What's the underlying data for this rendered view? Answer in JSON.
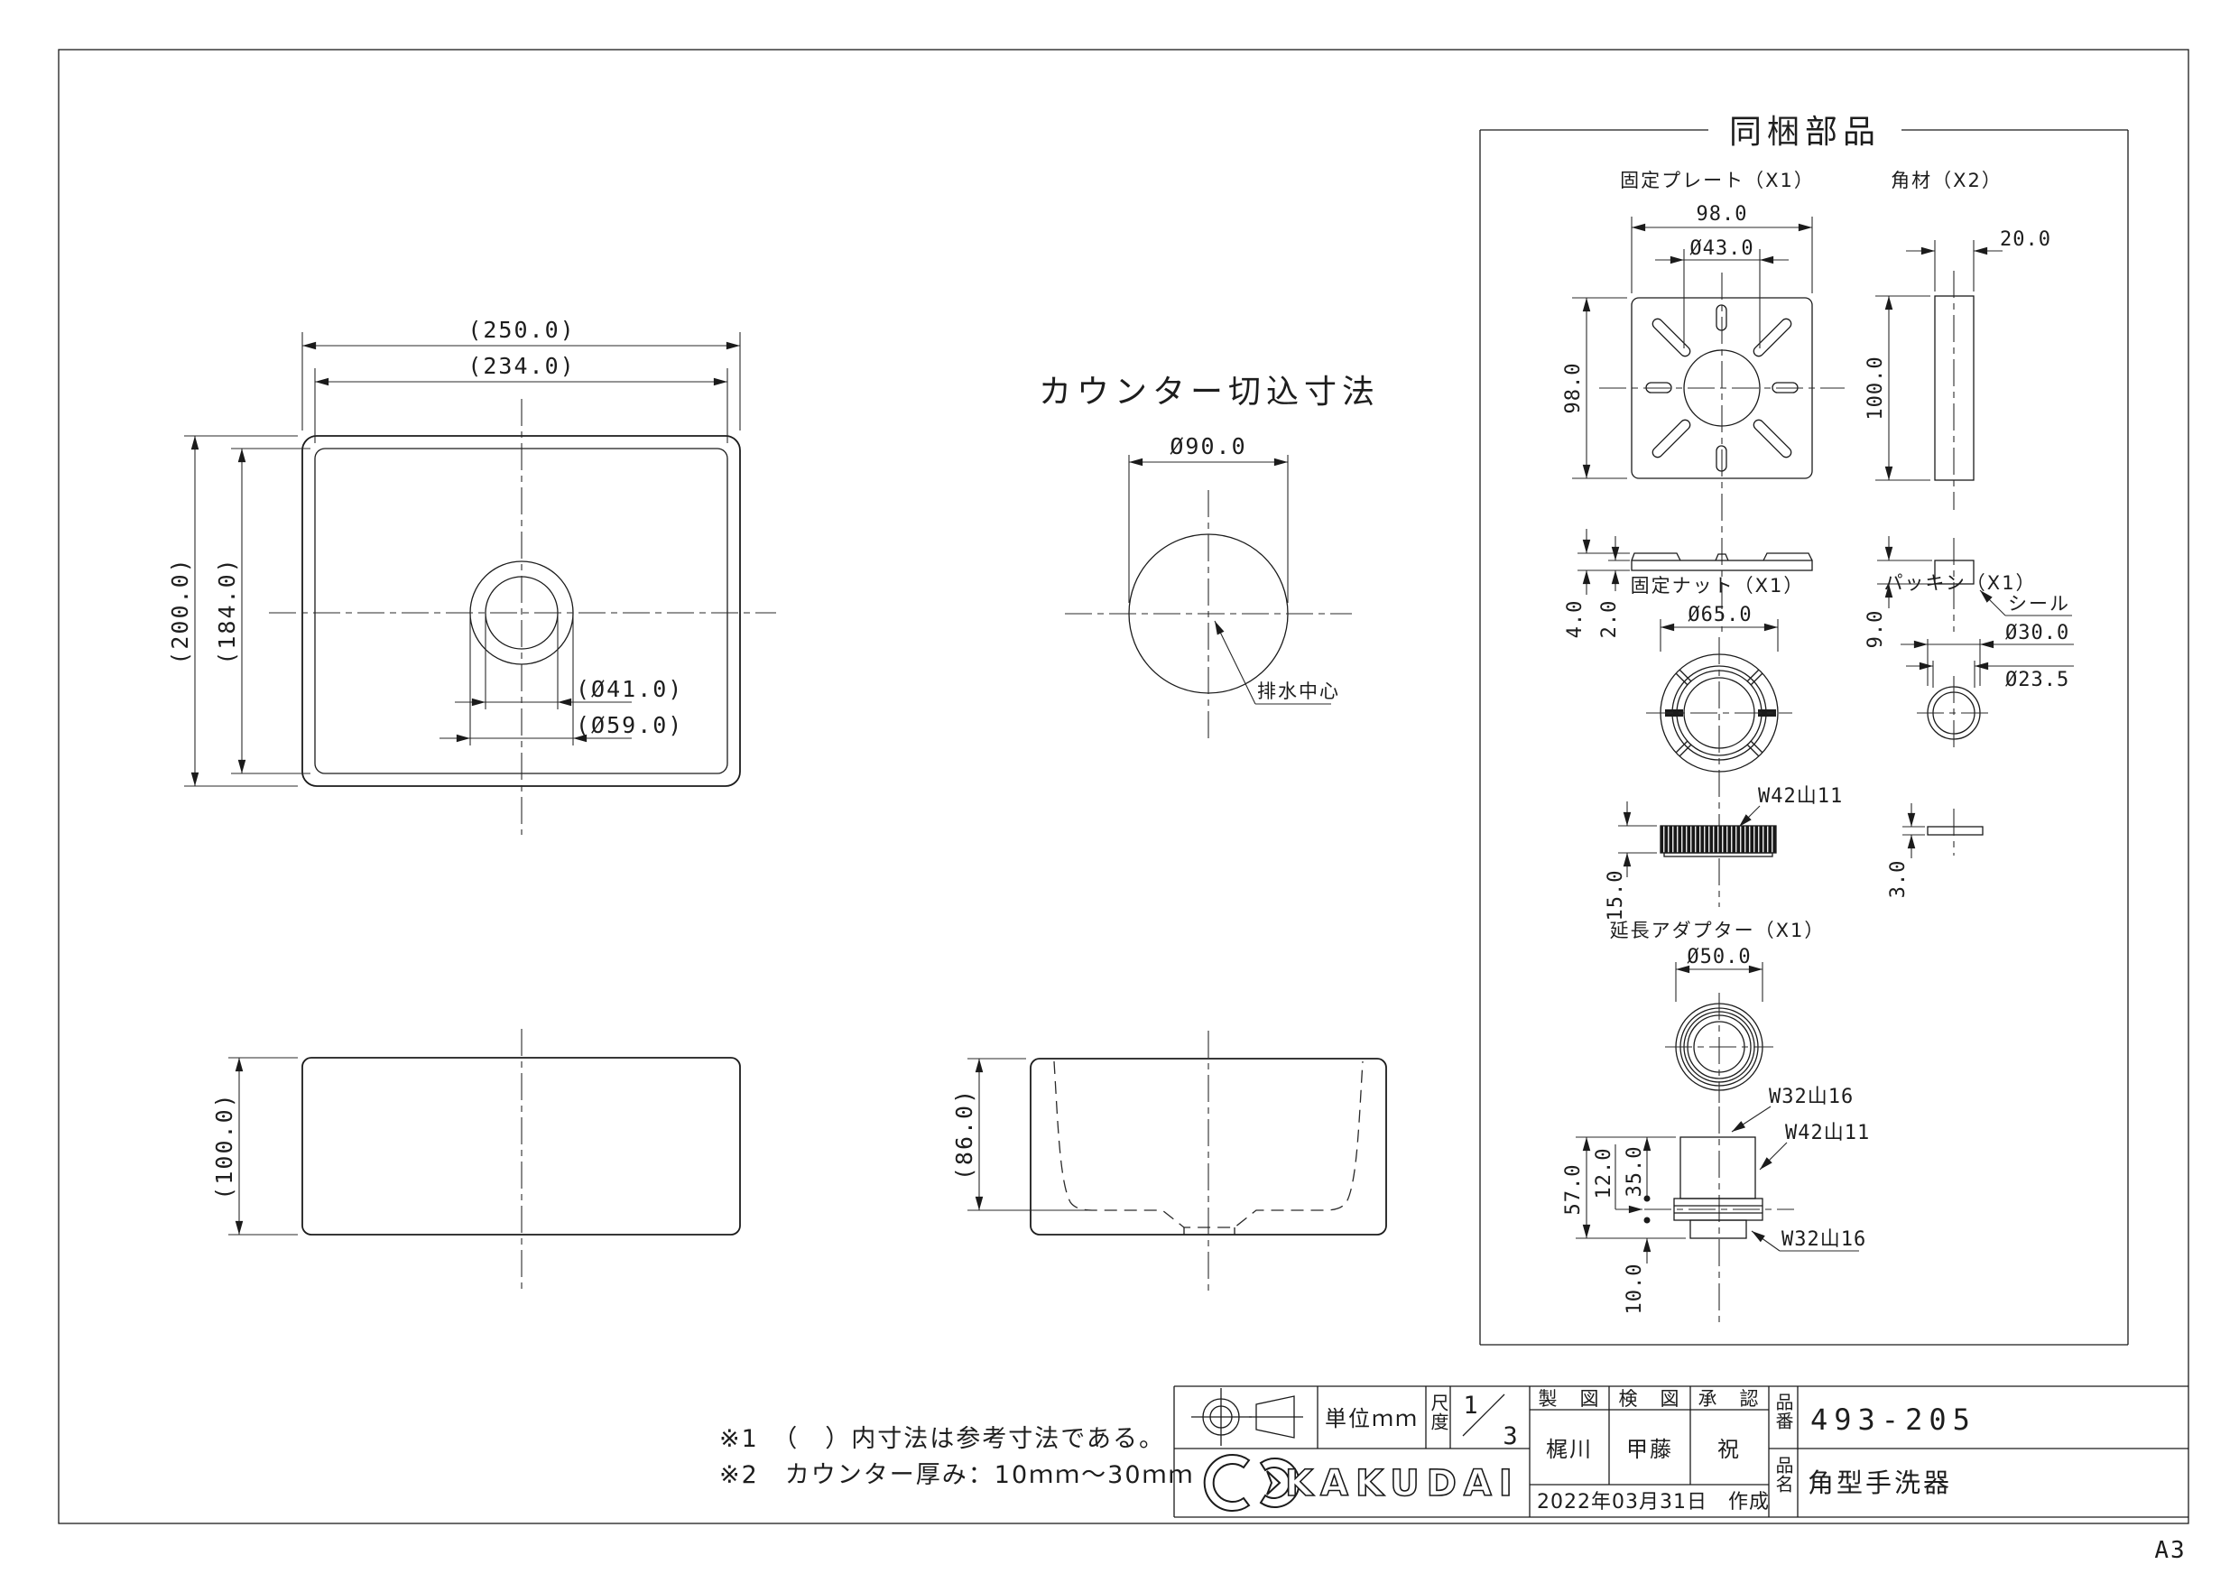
{
  "sheet": {
    "paper": "A3"
  },
  "plan": {
    "w_outer": "(250.0)",
    "w_inner": "(234.0)",
    "h_outer": "(200.0)",
    "h_inner": "(184.0)",
    "drain_inner": "(Ø41.0)",
    "drain_outer": "(Ø59.0)"
  },
  "cutout": {
    "title": "カウンター切込寸法",
    "dia": "Ø90.0",
    "drain_label": "排水中心"
  },
  "front": {
    "h": "(100.0)"
  },
  "section": {
    "depth": "(86.0)"
  },
  "parts": {
    "title": "同梱部品",
    "plate": {
      "label": "固定プレート（X1）",
      "w": "98.0",
      "h": "98.0",
      "hole": "Ø43.0",
      "t_total": "4.0",
      "t_plate": "2.0"
    },
    "bar": {
      "label": "角材（X2）",
      "w": "20.0",
      "h": "100.0",
      "seal_h": "9.0",
      "seal": "シール"
    },
    "nut": {
      "label": "固定ナット（X1）",
      "dia": "Ø65.0",
      "h": "15.0",
      "thread": "W42山11"
    },
    "packing": {
      "label": "パッキン（X1）",
      "outer": "Ø30.0",
      "inner": "Ø23.5",
      "t": "3.0"
    },
    "adapter": {
      "label": "延長アダプター（X1）",
      "dia": "Ø50.0",
      "h_total": "57.0",
      "h_upper": "35.0",
      "h_flange": "12.0",
      "h_stub": "10.0",
      "thread_top": "W32山16",
      "thread_mid": "W42山11",
      "thread_bot": "W32山16"
    }
  },
  "notes": {
    "n1": "※1　（　）内寸法は参考寸法である。",
    "n2": "※2　カウンター厚み：10ｍｍ～30ｍｍ"
  },
  "tb": {
    "unit": "単位ｍｍ",
    "scale_label": "尺度",
    "scale_num": "1",
    "scale_den": "3",
    "c_draft": "製　図",
    "c_check": "検　図",
    "c_appr": "承　認",
    "draft": "梶川",
    "check": "甲藤",
    "appr": "祝",
    "date": "2022年03月31日　作成",
    "pn_label": "品番",
    "pn": "493-205",
    "name_label": "品名",
    "name": "角型手洗器",
    "brand": "KAKUDAI"
  }
}
